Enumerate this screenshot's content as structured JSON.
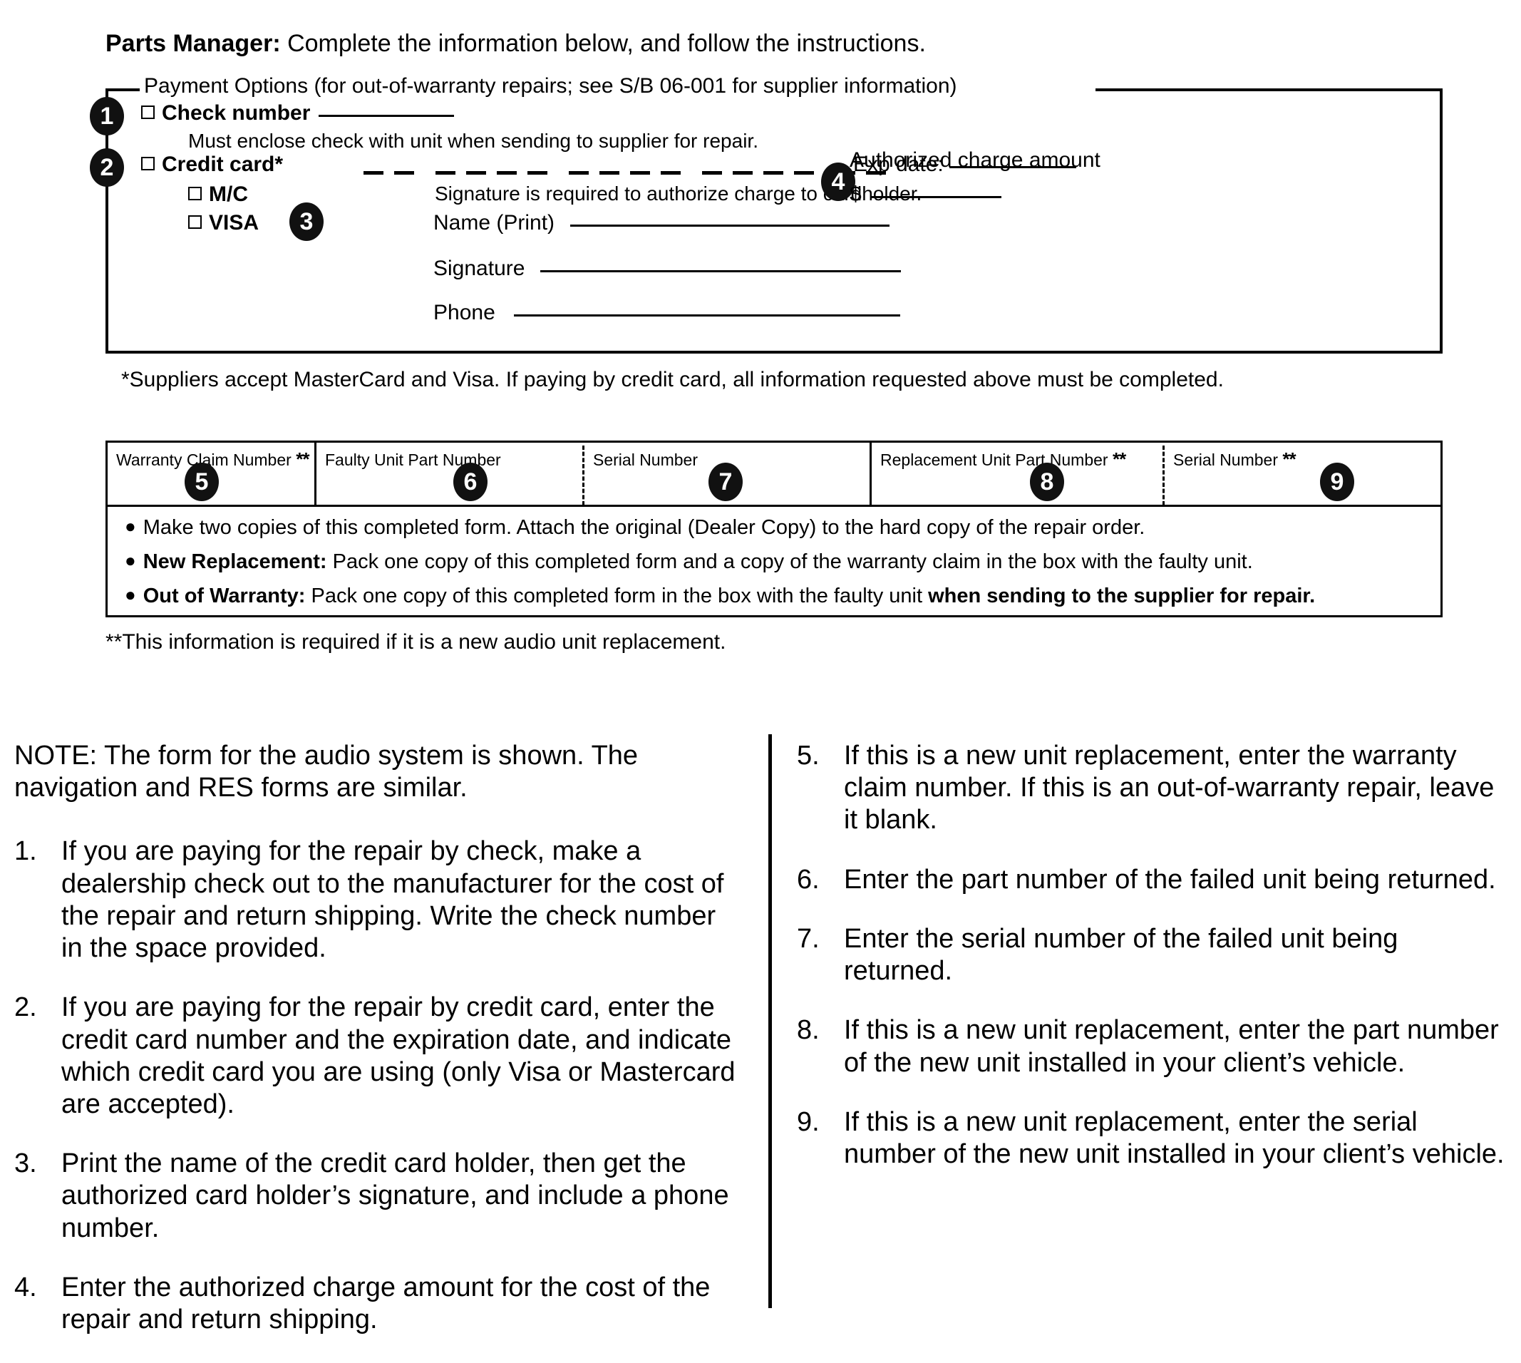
{
  "header": {
    "bold_prefix": "Parts Manager:",
    "rest": " Complete the information below, and follow the instructions."
  },
  "payment_box": {
    "legend": "Payment Options (for out-of-warranty repairs; see S/B 06-001 for supplier information)",
    "step1_number": "1",
    "check_number_label": "Check number",
    "check_note": "Must enclose check with unit when sending to supplier for repair.",
    "step2_number": "2",
    "credit_card_label": "Credit card*",
    "mc_label": "M/C",
    "visa_label": "VISA",
    "exp_date_label": "Exp date:",
    "signature_note": "Signature is required to authorize charge to cardholder.",
    "step3_number": "3",
    "name_print_label": "Name (Print)",
    "signature_label": "Signature",
    "phone_label": "Phone",
    "step4_number": "4",
    "authorized_charge_label": "Authorized charge amount",
    "dollar_sign": "$"
  },
  "suppliers_note": "*Suppliers accept MasterCard and Visa. If paying by credit card, all information requested above must be completed.",
  "table": {
    "columns": [
      {
        "label": "Warranty Claim Number",
        "stars": "**",
        "number": "5"
      },
      {
        "label": "Faulty Unit Part Number",
        "stars": "",
        "number": "6"
      },
      {
        "label": "Serial Number",
        "stars": "",
        "number": "7"
      },
      {
        "label": "Replacement Unit Part Number",
        "stars": "**",
        "number": "8"
      },
      {
        "label": "Serial Number",
        "stars": "**",
        "number": "9"
      }
    ],
    "bullets": [
      {
        "parts": [
          {
            "text": "Make two copies of this completed form. Attach the original (Dealer Copy) to the hard copy of the repair order.",
            "bold": false
          }
        ]
      },
      {
        "parts": [
          {
            "text": "New Replacement:",
            "bold": true
          },
          {
            "text": "  Pack one copy of this completed form and a copy of the warranty claim in the box with the faulty unit.",
            "bold": false
          }
        ]
      },
      {
        "parts": [
          {
            "text": "Out of Warranty:",
            "bold": true
          },
          {
            "text": "  Pack one copy of this completed form in the box with the faulty unit ",
            "bold": false
          },
          {
            "text": "when sending to the supplier for repair.",
            "bold": true
          }
        ]
      }
    ]
  },
  "audio_note": "**This information is required if it is a new audio unit replacement.",
  "instructions": {
    "note": "NOTE: The form for the audio system is shown. The navigation and RES forms are similar.",
    "left_items": [
      {
        "num": "1.",
        "text": "If you are paying for the repair by check, make a dealership check out to the manufacturer for the cost of the repair and return shipping. Write the check number in the space provided."
      },
      {
        "num": "2.",
        "text": "If you are paying for the repair by credit card, enter the credit card number and the expiration date, and indicate which credit card you are using (only Visa or Mastercard are accepted)."
      },
      {
        "num": "3.",
        "text": "Print the name of the credit card holder, then get the authorized card holder’s signature, and include a phone number."
      },
      {
        "num": "4.",
        "text": "Enter the authorized charge amount for the cost of the repair and return shipping."
      }
    ],
    "right_items": [
      {
        "num": "5.",
        "text": "If this is a new unit replacement, enter the warranty claim number. If this is an out-of-warranty repair, leave it blank."
      },
      {
        "num": "6.",
        "text": "Enter the part number of the failed unit being returned."
      },
      {
        "num": "7.",
        "text": "Enter the serial number of the failed unit being returned."
      },
      {
        "num": "8.",
        "text": "If this is a new unit replacement, enter the part number of the new unit installed in your client’s vehicle."
      },
      {
        "num": "9.",
        "text": "If this is a new unit replacement, enter the serial number of the new unit installed in your client’s vehicle."
      }
    ]
  },
  "colors": {
    "ink": "#000000",
    "paper": "#ffffff",
    "badge": "#111111"
  }
}
